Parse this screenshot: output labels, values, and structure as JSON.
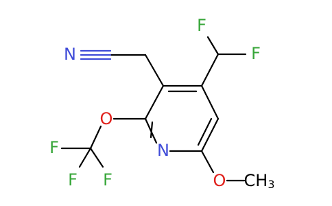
{
  "molecule": {
    "atoms": {
      "f_top": "F",
      "f_right": "F",
      "n_nitrile": "N",
      "o_ether": "O",
      "n_ring": "N",
      "f_cf3_top": "F",
      "f_cf3_left": "F",
      "f_cf3_right": "F",
      "o_methoxy": "O",
      "methyl_c": "CH",
      "methyl_sub": "3"
    },
    "colors": {
      "bond": "#000000",
      "nitrogen": "#3f4bd8",
      "oxygen": "#e0201b",
      "fluorine": "#37a639"
    }
  }
}
